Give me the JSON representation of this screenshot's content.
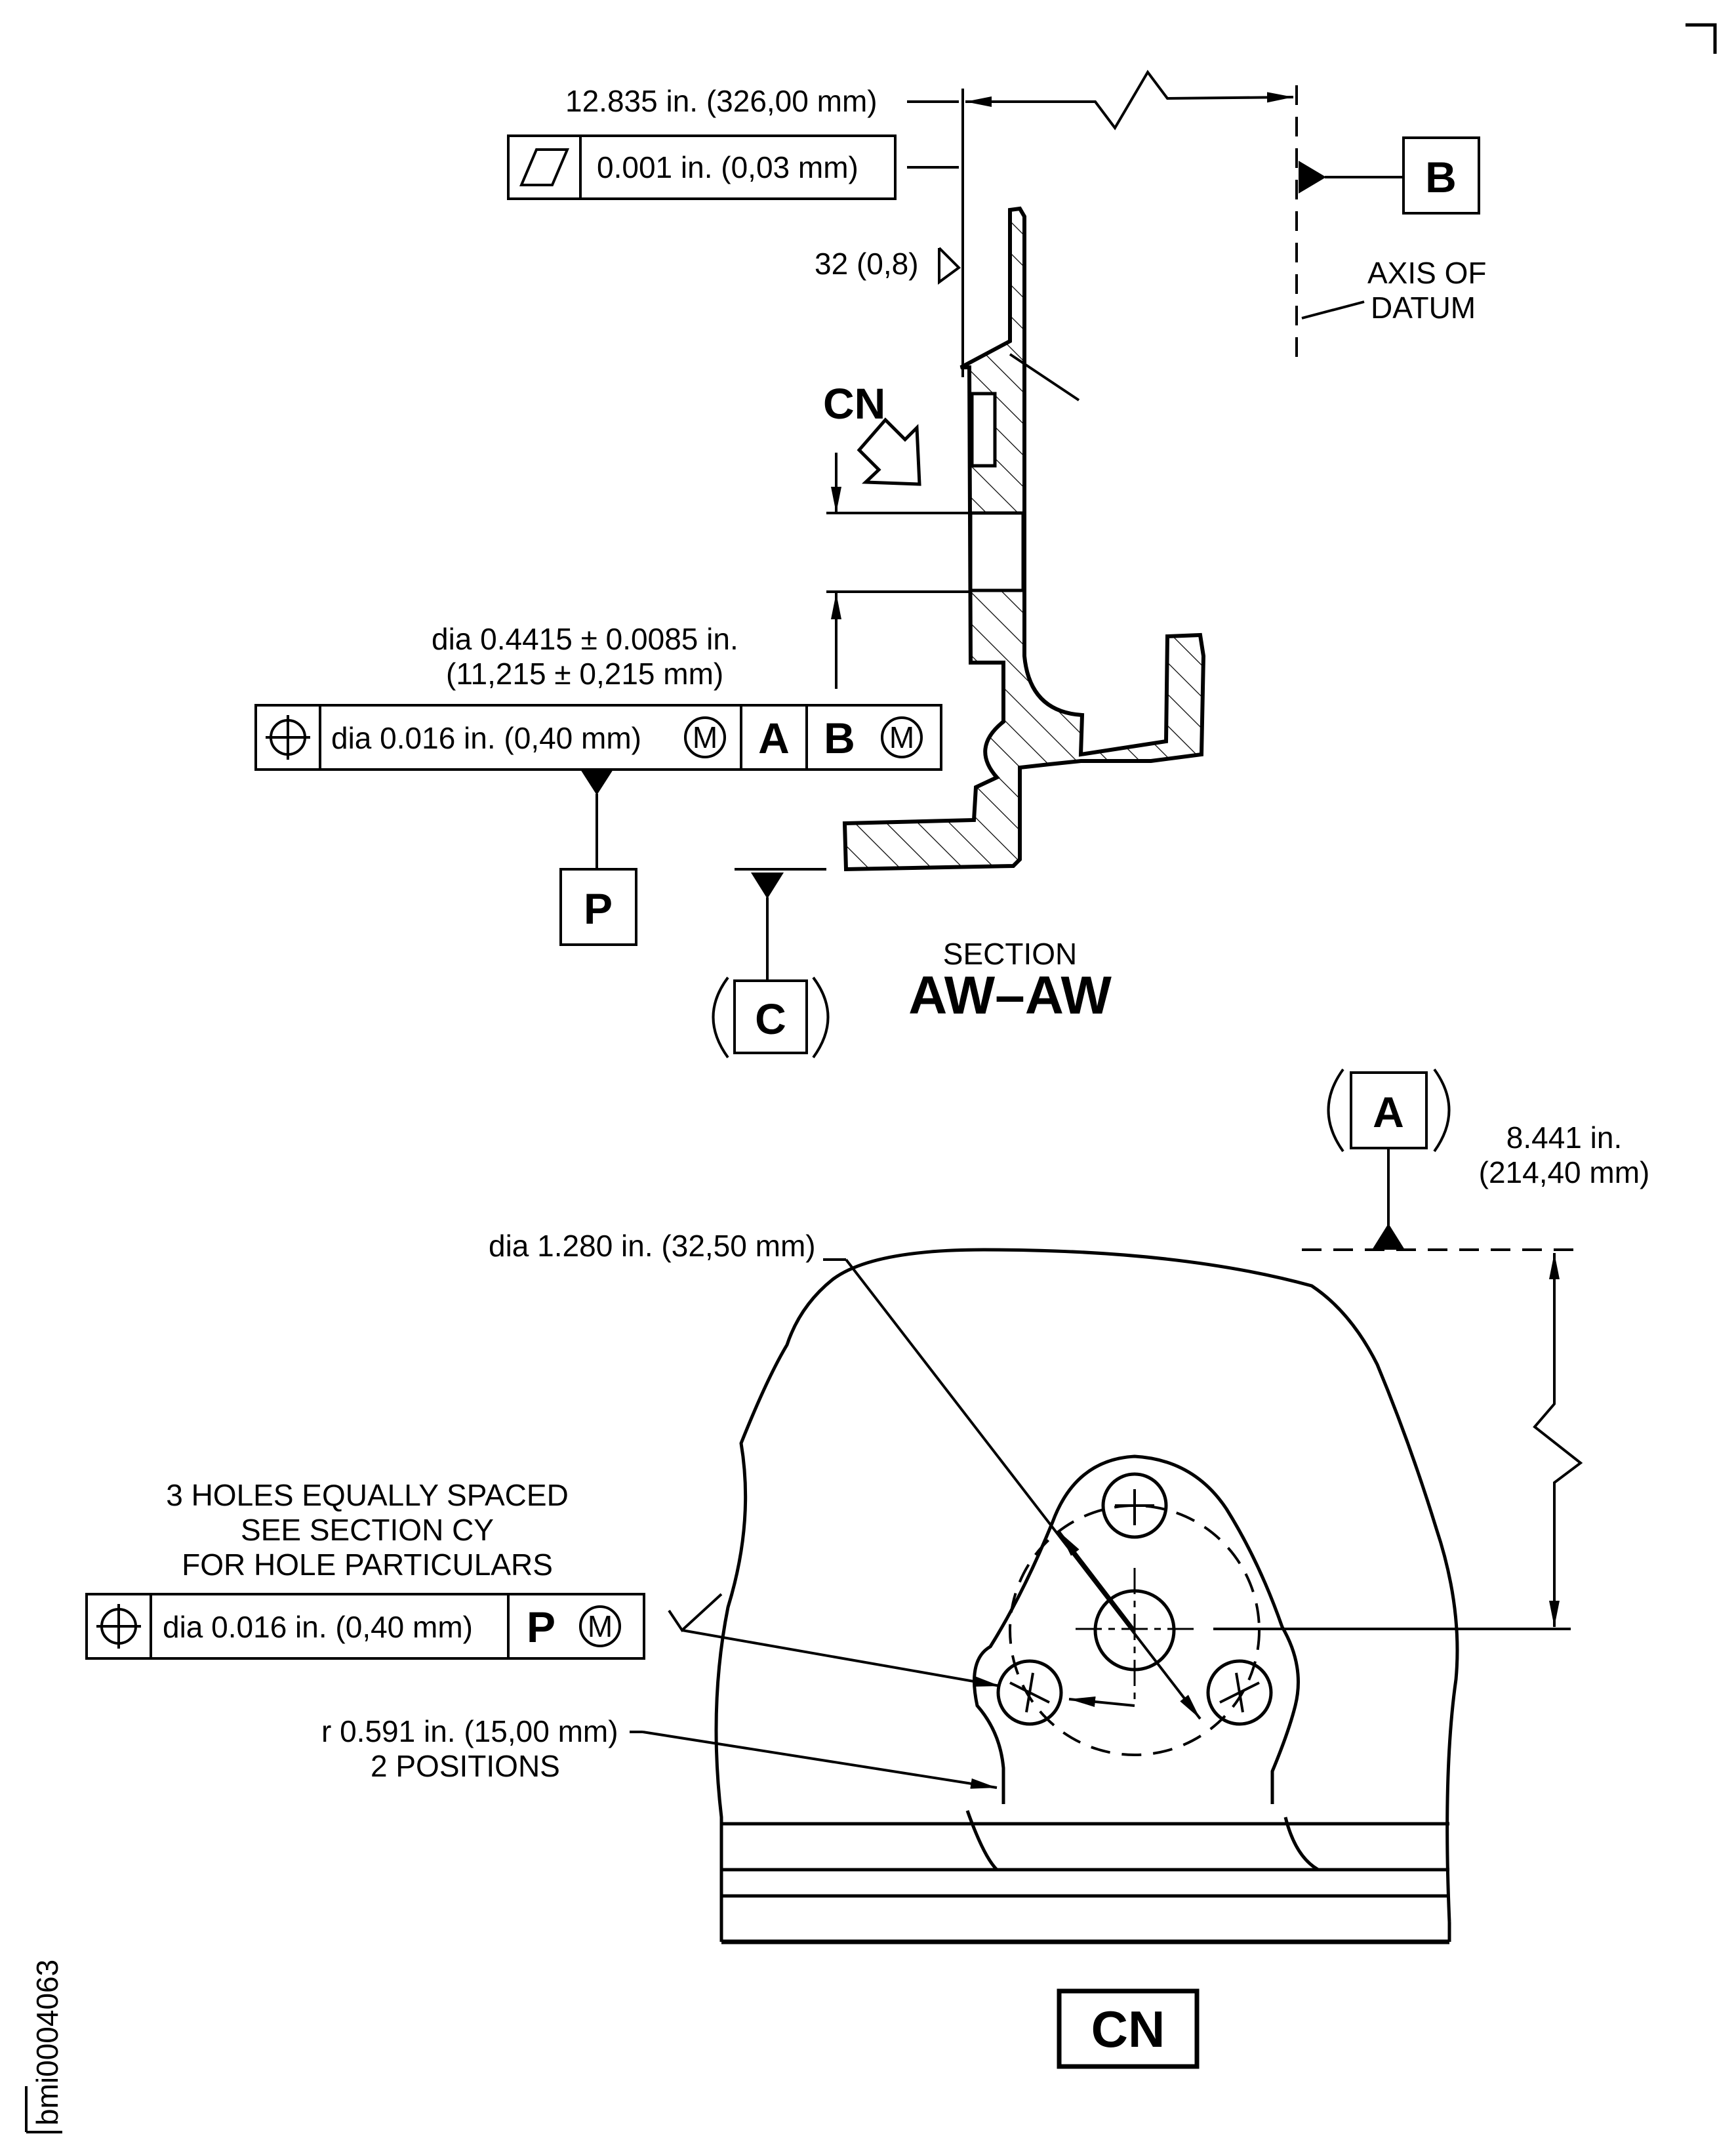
{
  "section_view": {
    "dimension_length": "12.835 in. (326,00 mm)",
    "flatness_value": "0.001 in. (0,03 mm)",
    "surface_finish": "32 (0,8)",
    "datum_b": "B",
    "axis_of_datum_line1": "AXIS OF",
    "axis_of_datum_line2": "DATUM",
    "view_callout": "CN",
    "hole_dia_line1": "dia 0.4415 ± 0.0085 in.",
    "hole_dia_line2": "(11,215 ± 0,215 mm)",
    "fcf_tolerance": "dia 0.016 in. (0,40 mm)",
    "fcf_modifier1": "M",
    "fcf_datum_a": "A",
    "fcf_datum_b": "B",
    "fcf_modifier2": "M",
    "datum_p": "P",
    "datum_c": "C",
    "section_label": "SECTION",
    "section_name": "AW–AW"
  },
  "view_cn": {
    "datum_a": "A",
    "dim_height_line1": "8.441 in.",
    "dim_height_line2": "(214,40 mm)",
    "bore_dia": "dia 1.280 in. (32,50 mm)",
    "holes_note_line1": "3 HOLES EQUALLY SPACED",
    "holes_note_line2": "SEE SECTION CY",
    "holes_note_line3": "FOR HOLE PARTICULARS",
    "fcf_tolerance": "dia 0.016 in. (0,40 mm)",
    "fcf_datum_p": "P",
    "fcf_modifier": "M",
    "radius_line1": "r 0.591 in. (15,00 mm)",
    "radius_line2": "2 POSITIONS",
    "view_label": "CN"
  },
  "figure_id": "bmi0004063",
  "icons": [
    "flatness-symbol-icon",
    "position-symbol-icon",
    "surface-finish-icon",
    "view-arrow-icon",
    "datum-triangle-icon"
  ]
}
